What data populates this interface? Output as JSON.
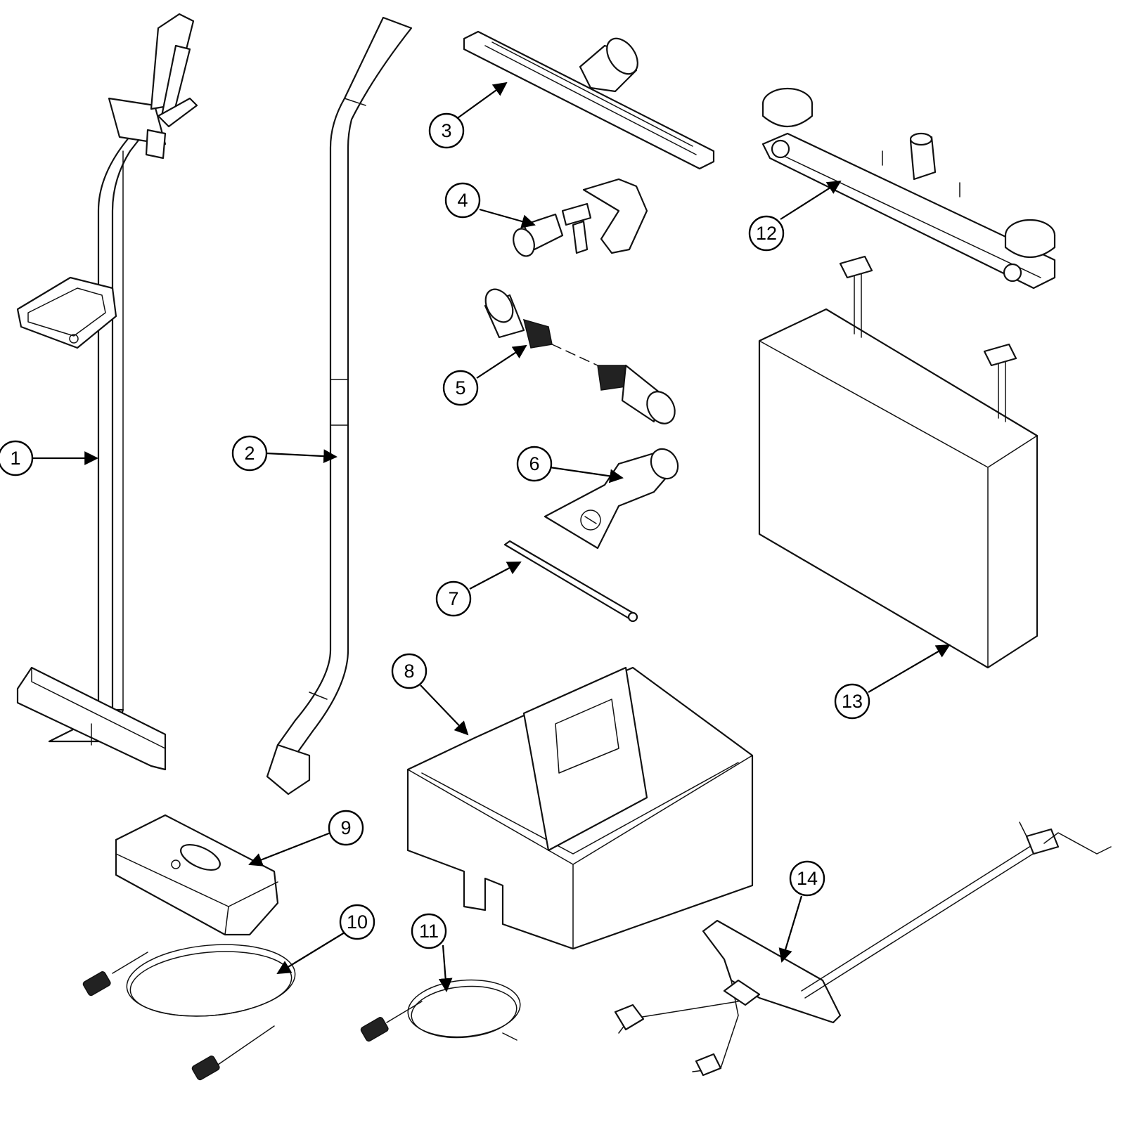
{
  "callouts": [
    {
      "id": "callout-1",
      "label": "1"
    },
    {
      "id": "callout-2",
      "label": "2"
    },
    {
      "id": "callout-3",
      "label": "3"
    },
    {
      "id": "callout-4",
      "label": "4"
    },
    {
      "id": "callout-5",
      "label": "5"
    },
    {
      "id": "callout-6",
      "label": "6"
    },
    {
      "id": "callout-7",
      "label": "7"
    },
    {
      "id": "callout-8",
      "label": "8"
    },
    {
      "id": "callout-9",
      "label": "9"
    },
    {
      "id": "callout-10",
      "label": "10"
    },
    {
      "id": "callout-11",
      "label": "11"
    },
    {
      "id": "callout-12",
      "label": "12"
    },
    {
      "id": "callout-13",
      "label": "13"
    },
    {
      "id": "callout-14",
      "label": "14"
    }
  ],
  "colors": {
    "line": "#111111",
    "background": "#ffffff"
  }
}
